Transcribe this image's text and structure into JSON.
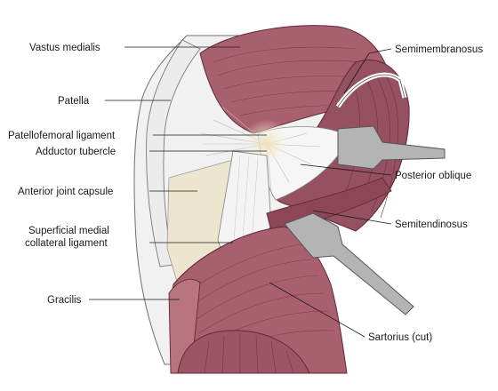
{
  "figure": {
    "labels": {
      "vastus_medialis": "Vastus medialis",
      "patella": "Patella",
      "patellofemoral_ligament": "Patellofemoral ligament",
      "adductor_tubercle": "Adductor tubercle",
      "anterior_joint_capsule": "Anterior joint capsule",
      "superficial_mcl_line1": "Superficial medial",
      "superficial_mcl_line2": "collateral ligament",
      "gracilis": "Gracilis",
      "semimembranosus": "Semimembranosus",
      "posterior_oblique": "Posterior oblique",
      "semitendinosus": "Semitendinosus",
      "sartorius": "Sartorius (cut)"
    },
    "colors": {
      "muscle": "#a9606e",
      "muscle_dark": "#7e3a4b",
      "muscle_light": "#c9939c",
      "bone_white": "#f1f1f1",
      "capsule_cream": "#ede6cf",
      "instrument": "#b4b4b4",
      "leader_line": "#1a1a1a"
    }
  }
}
